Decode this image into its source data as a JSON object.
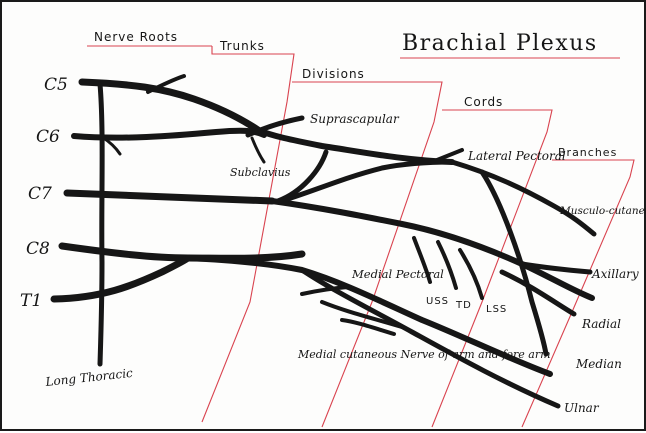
{
  "title": "Brachial Plexus",
  "column_headers": {
    "nerve_roots": "Nerve Roots",
    "trunks": "Trunks",
    "divisions": "Divisions",
    "cords": "Cords",
    "branches": "Branches"
  },
  "roots": {
    "c5": "C5",
    "c6": "C6",
    "c7": "C7",
    "c8": "C8",
    "t1": "T1"
  },
  "nerves": {
    "suprascapular": "Suprascapular",
    "subclavius": "Subclavius",
    "lateral_pectoral": "Lateral Pectoral",
    "musculocutaneous": "Musculo-cutaneous",
    "axillary": "Axillary",
    "radial": "Radial",
    "median": "Median",
    "ulnar": "Ulnar",
    "medial_pectoral": "Medial Pectoral",
    "uss": "USS",
    "td": "TD",
    "lss": "LSS",
    "medial_cutaneous": "Medial cutaneous Nerve of arm and fore arm",
    "long_thoracic": "Long Thoracic"
  },
  "colors": {
    "ink": "#161616",
    "guide_lines": "#d9434f"
  }
}
